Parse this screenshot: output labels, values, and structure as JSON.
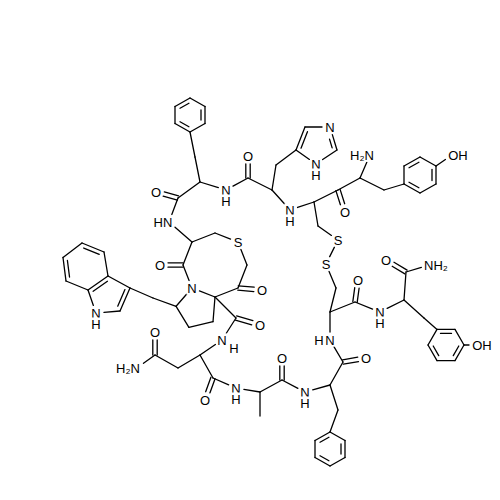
{
  "diagram": {
    "labels": [
      "O",
      "HN",
      "N",
      "H",
      "O",
      "N",
      "N",
      "H",
      "N",
      "H",
      "O",
      "H₂N",
      "OH",
      "S",
      "S",
      "O",
      "N",
      "O",
      "O",
      "N",
      "H",
      "N",
      "H",
      "O",
      "H₂N",
      "O",
      "N",
      "H",
      "O",
      "N",
      "H",
      "O",
      "N",
      "O",
      "N",
      "O",
      "NH₂",
      "OH",
      "S",
      "H",
      "H"
    ]
  }
}
